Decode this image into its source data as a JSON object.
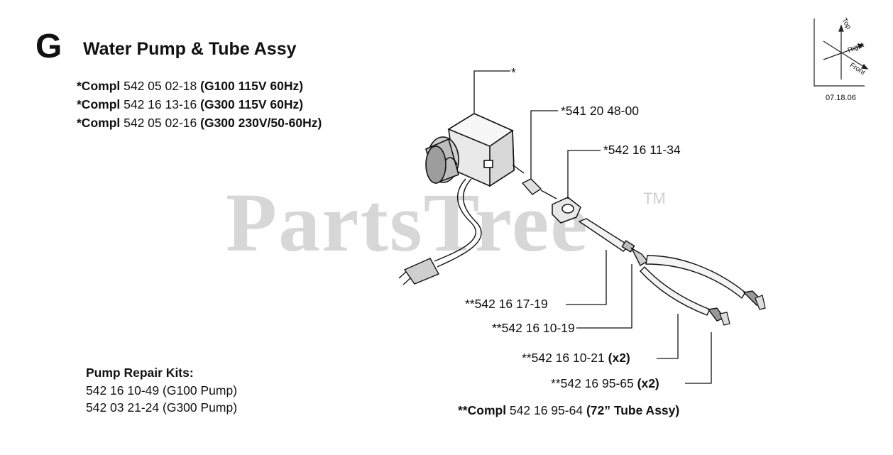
{
  "header": {
    "section_letter": "G",
    "title": "Water Pump & Tube Assy"
  },
  "complete_units": [
    {
      "prefix": "*Compl",
      "part": " 542 05 02-18 ",
      "spec": "(G100 115V 60Hz)"
    },
    {
      "prefix": "*Compl",
      "part": " 542 16 13-16 ",
      "spec": "(G300 115V 60Hz)"
    },
    {
      "prefix": "*Compl",
      "part": " 542 05 02-16 ",
      "spec": "(G300 230V/50-60Hz)"
    }
  ],
  "repair_kits": {
    "heading": "Pump Repair Kits:",
    "items": [
      "542 16 10-49 (G100 Pump)",
      "542 03 21-24 (G300 Pump)"
    ]
  },
  "callouts": {
    "pump": "*",
    "fitting": "*541 20 48-00",
    "clamp": "*542 16 11-34",
    "tube_main": "**542 16 17-19",
    "tee": "**542 16 10-19",
    "tube_branch_part": "**542 16 10-21 ",
    "tube_branch_qty": "(x2)",
    "nozzle_part": "**542 16 95-65 ",
    "nozzle_qty": "(x2)"
  },
  "tube_assy": {
    "prefix": "**Compl",
    "part": " 542 16 95-64 ",
    "spec": "(72” Tube Assy)"
  },
  "orientation": {
    "top": "Top",
    "right": "Right",
    "front": "Front",
    "date": "07.18.06"
  },
  "watermark": {
    "text": "PartsTree",
    "tm": "TM"
  }
}
